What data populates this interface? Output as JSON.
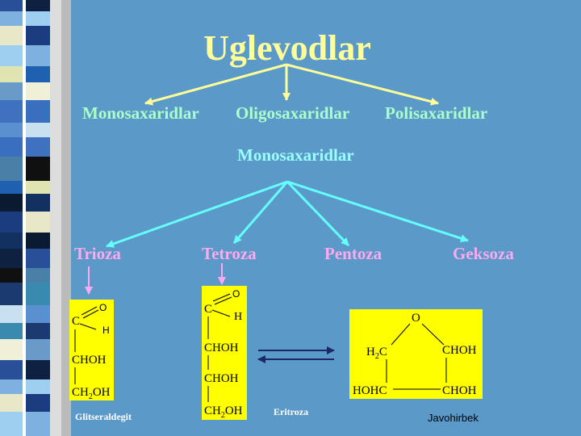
{
  "title": "Uglevodlar",
  "level1": [
    "Monosaxaridlar",
    "Oligosaxaridlar",
    "Polisaxaridlar"
  ],
  "subtitle": "Monosaxaridlar",
  "level2": [
    "Trioza",
    "Tetroza",
    "Pentoza",
    "Geksoza"
  ],
  "trioza": {
    "o": "O",
    "c": "C",
    "h": "H",
    "chon": "CHOH",
    "ch2oh_a": "CH",
    "ch2oh_sub": "2",
    "ch2oh_b": "OH",
    "caption": "Glitseraldegit"
  },
  "tetroza": {
    "o": "O",
    "c": "C",
    "h": "H",
    "chon1": "CHOH",
    "chon2": "CHOH",
    "ch2oh_a": "CH",
    "ch2oh_sub": "2",
    "ch2oh_b": "OH",
    "caption": "Eritroza"
  },
  "ring": {
    "o": "O",
    "h2c_a": "H",
    "h2c_sub": "2",
    "h2c_b": "C",
    "chon_tr": "CHOH",
    "hohc": "HOHC",
    "chon_br": "CHOH"
  },
  "author": "Javohirbek",
  "colors": {
    "background": "#5b99c9",
    "title": "#ffff99",
    "level1": "#aaffcc",
    "subtitle": "#99ffff",
    "level2": "#ffaaee",
    "box": "#ffff00",
    "arrow_yellow": "#ffff99",
    "arrow_cyan": "#66ffff",
    "arrow_pink": "#ffaaee",
    "arrow_eq": "#1a2a66"
  }
}
